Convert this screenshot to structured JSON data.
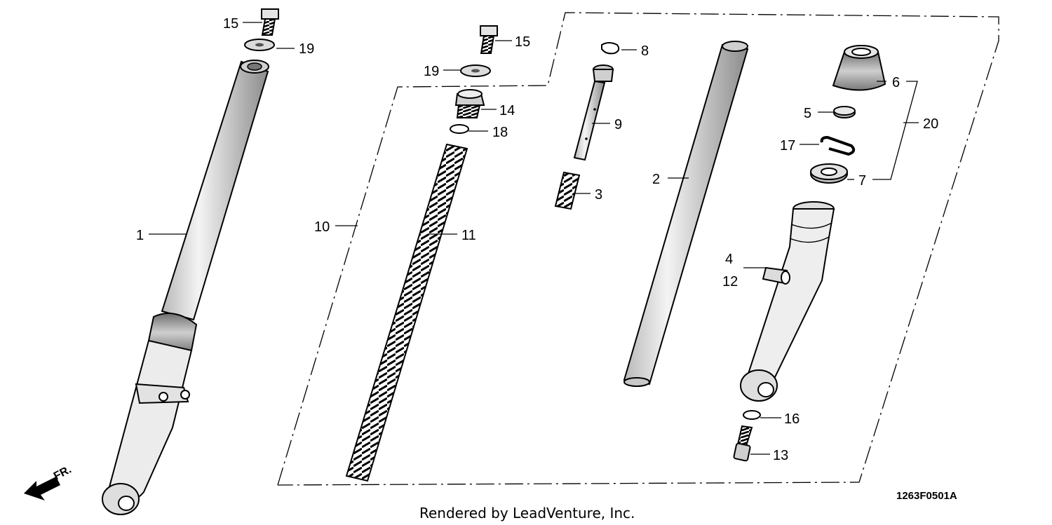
{
  "callouts": {
    "c1": "1",
    "c2": "2",
    "c3": "3",
    "c4": "4",
    "c5": "5",
    "c6": "6",
    "c7": "7",
    "c8": "8",
    "c9": "9",
    "c10": "10",
    "c11": "11",
    "c12": "12",
    "c13": "13",
    "c14": "14",
    "c15a": "15",
    "c15b": "15",
    "c16": "16",
    "c17": "17",
    "c18": "18",
    "c19a": "19",
    "c19b": "19",
    "c20": "20"
  },
  "direction_label": "FR.",
  "footer": "Rendered by LeadVenture, Inc.",
  "diagram_code": "1263F0501A",
  "colors": {
    "ink": "#000000",
    "paper": "#ffffff",
    "metal": "#dcdcdc",
    "shade": "#9a9a9a"
  }
}
